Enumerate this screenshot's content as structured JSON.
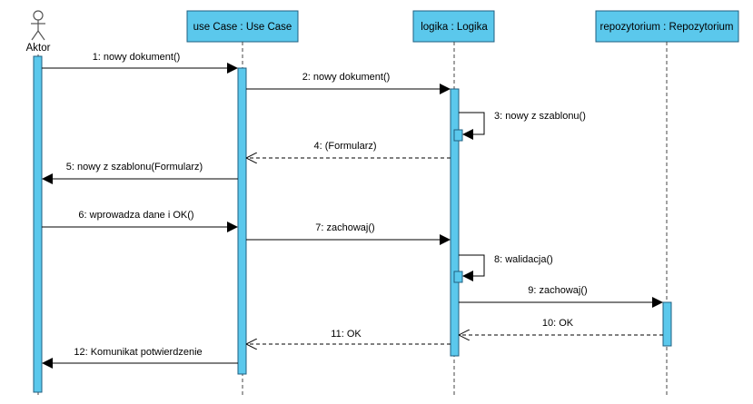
{
  "participants": {
    "actor": "Aktor",
    "use_case": "use Case : Use Case",
    "logika": "logika : Logika",
    "repozytorium": "repozytorium : Repozytorium"
  },
  "messages": {
    "m1": "1: nowy dokument()",
    "m2": "2: nowy dokument()",
    "m3": "3: nowy z szablonu()",
    "m4": "4: (Formularz)",
    "m5": "5: nowy z szablonu(Formularz)",
    "m6": "6: wprowadza dane i OK()",
    "m7": "7: zachowaj()",
    "m8": "8: walidacja()",
    "m9": "9: zachowaj()",
    "m10": "10: OK",
    "m11": "11: OK",
    "m12": "12: Komunikat potwierdzenie"
  },
  "colors": {
    "box_fill": "#5bc8ec",
    "box_stroke": "#1f5f80"
  }
}
